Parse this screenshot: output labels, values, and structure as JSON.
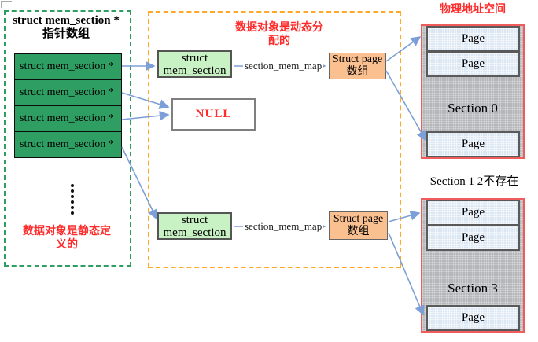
{
  "left_panel": {
    "title_line1": "struct mem_section *",
    "title_line2": "指针数组",
    "rows": [
      "struct mem_section *",
      "struct mem_section *",
      "struct mem_section *",
      "struct mem_section *"
    ],
    "caption_line1": "数据对象是静态定",
    "caption_line2": "义的"
  },
  "middle_panel": {
    "caption_line1": "数据对象是动态分",
    "caption_line2": "配的",
    "upper_mem_section": {
      "line1": "struct",
      "line2": "mem_section"
    },
    "lower_mem_section": {
      "line1": "struct",
      "line2": "mem_section"
    },
    "null_label": "NULL",
    "upper_page_array": {
      "line1": "Struct page",
      "line2": "数组"
    },
    "lower_page_array": {
      "line1": "Struct page",
      "line2": "数组"
    },
    "edge_label_upper": "section_mem_map",
    "edge_label_lower": "section_mem_map"
  },
  "right_panel": {
    "title": "物理地址空间",
    "section0": {
      "label": "Section 0",
      "pages": [
        "Page",
        "Page",
        "Page"
      ]
    },
    "between_caption": "Section 1 2不存在",
    "section3": {
      "label": "Section 3",
      "pages": [
        "Page",
        "Page",
        "Page"
      ]
    }
  },
  "colors": {
    "dark_green_fill": "#2f9e63",
    "light_green_fill": "#c9f2c4",
    "orange_fill": "#fac090",
    "page_fill": "#dce7f4",
    "gray_fill": "#b4b6b9",
    "red_border": "#f05c5c",
    "red_text": "#ff2a2a",
    "arrow_blue": "#7b9fd6",
    "dash_green": "#2e9e63",
    "dash_orange": "#ffa726"
  }
}
